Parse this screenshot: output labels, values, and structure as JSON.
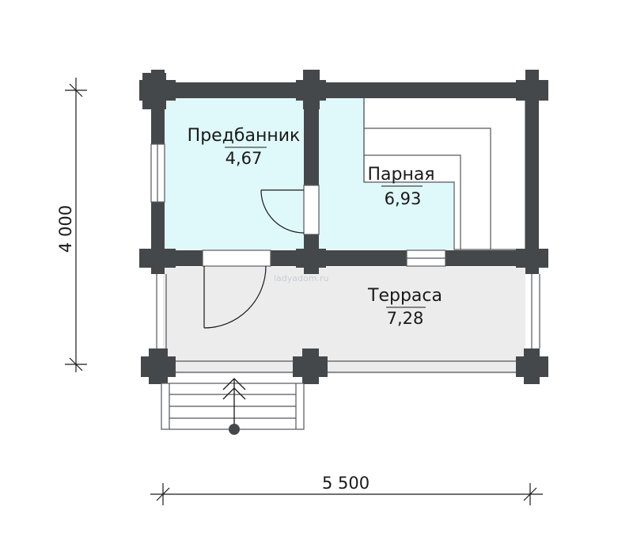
{
  "plan": {
    "rooms": [
      {
        "id": "predbannik",
        "name": "Предбанник",
        "area": "4,67"
      },
      {
        "id": "parnaya",
        "name": "Парная",
        "area": "6,93"
      },
      {
        "id": "terrasa",
        "name": "Терраса",
        "area": "7,28"
      }
    ],
    "dimensions": {
      "height": "4 000",
      "width": "5 500"
    },
    "watermark": "ladyadom.ru",
    "colors": {
      "wall": "#45484b",
      "warm_room": "#dff8fa",
      "terrace": "#ececec",
      "line": "#1a1a1a"
    }
  }
}
